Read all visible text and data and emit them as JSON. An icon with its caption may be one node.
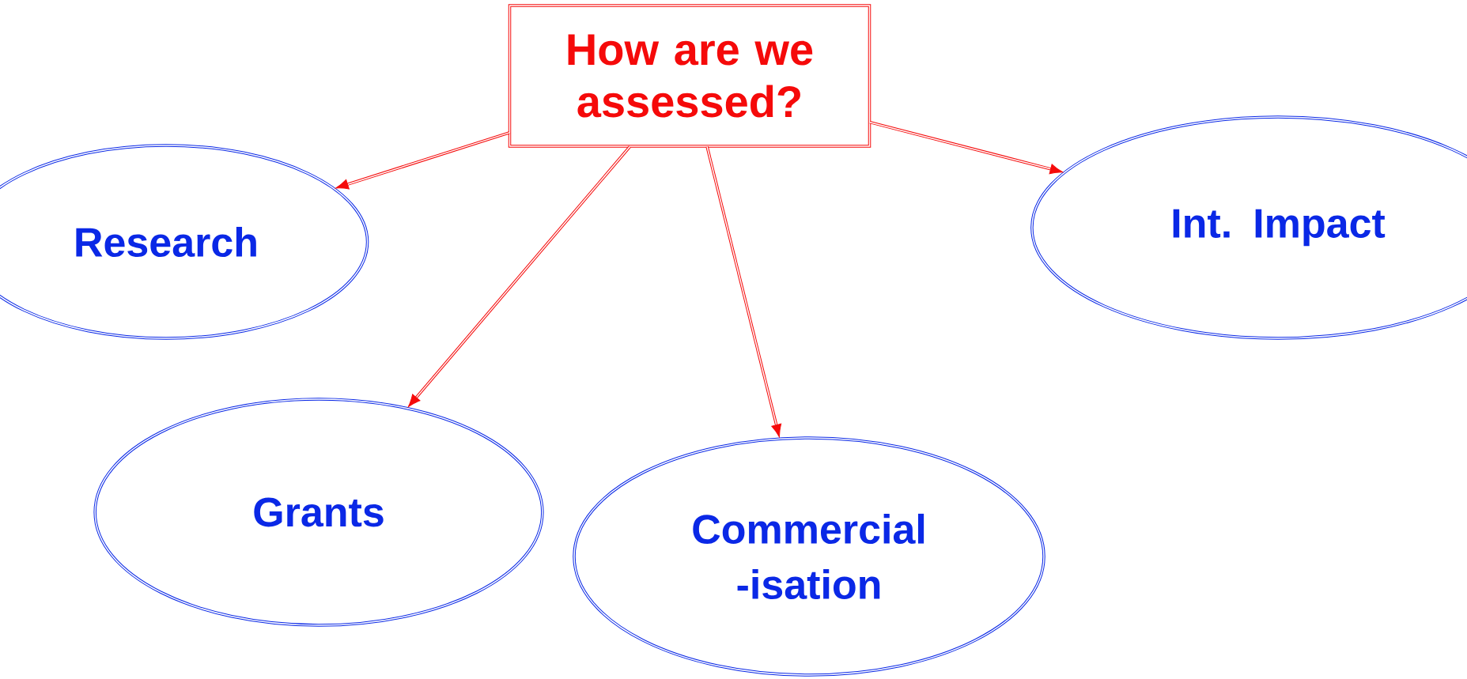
{
  "diagram": {
    "nodes": [
      {
        "text": [
          "How are we assessed?"
        ]
      },
      {
        "text": [
          "Research"
        ]
      },
      {
        "text": [
          "Grants"
        ]
      },
      {
        "text": [
          "Commercial -isation"
        ]
      },
      {
        "text": [
          "Int. Impact"
        ]
      }
    ],
    "edges": [
      {
        "from": 0,
        "to": 1,
        "arrow": "to"
      },
      {
        "from": 0,
        "to": 2,
        "arrow": "to"
      },
      {
        "from": 0,
        "to": 3,
        "arrow": "to"
      },
      {
        "from": 0,
        "to": 4,
        "arrow": "to"
      }
    ]
  }
}
